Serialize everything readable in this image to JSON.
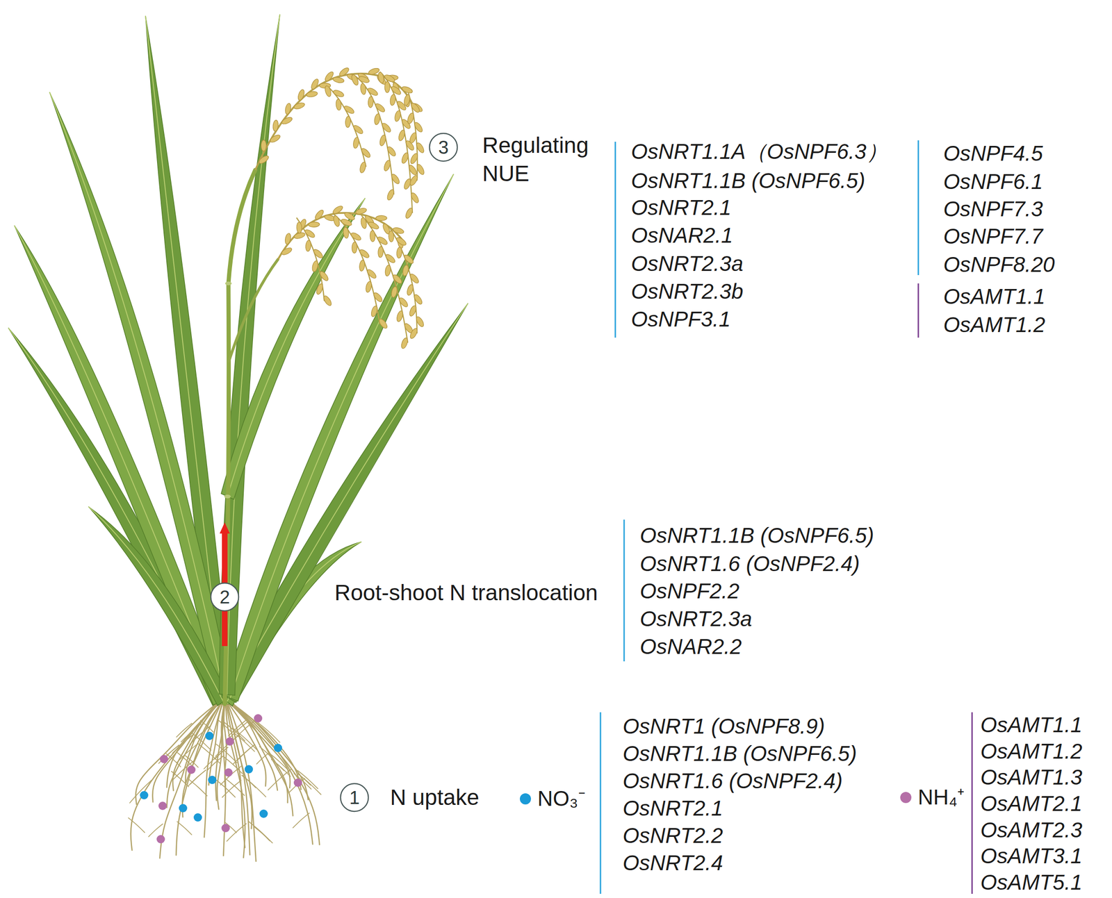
{
  "diagram": {
    "nodes": [
      {
        "text": [
          "3"
        ]
      },
      {
        "text": [
          "2"
        ]
      },
      {
        "text": [
          "1"
        ]
      }
    ],
    "labels": [
      "Regulating NUE",
      "OsNRT1.1A（OsNPF6.3）",
      "OsNRT1.1B (OsNPF6.5)",
      "OsNRT2.1",
      "OsNAR2.1",
      "OsNRT2.3a",
      "OsNRT2.3b",
      "OsNPF3.1",
      "OsNPF4.5",
      "OsNPF6.1",
      "OsNPF7.3",
      "OsNPF7.7",
      "OsNPF8.20",
      "OsAMT1.1",
      "OsAMT1.2",
      "Root-shoot N translocation",
      "OsNRT1.1B (OsNPF6.5)",
      "OsNRT1.6 (OsNPF2.4)",
      "OsNPF2.2",
      "OsNRT2.3a",
      "OsNAR2.2",
      "N uptake",
      "OsNRT1 (OsNPF8.9)",
      "OsNRT1.1B (OsNPF6.5)",
      "OsNRT1.6 (OsNPF2.4)",
      "OsNRT2.1",
      "OsNRT2.2",
      "OsNRT2.4",
      "OsAMT1.1",
      "OsAMT1.2",
      "OsAMT1.3",
      "OsAMT2.1",
      "OsAMT2.3",
      "OsAMT3.1",
      "OsAMT5.1"
    ],
    "legend": [
      {
        "text": "NO₃⁻",
        "color": "#1a9ad7"
      },
      {
        "text": "NH₄⁺",
        "color": "#b56fa7"
      }
    ]
  }
}
